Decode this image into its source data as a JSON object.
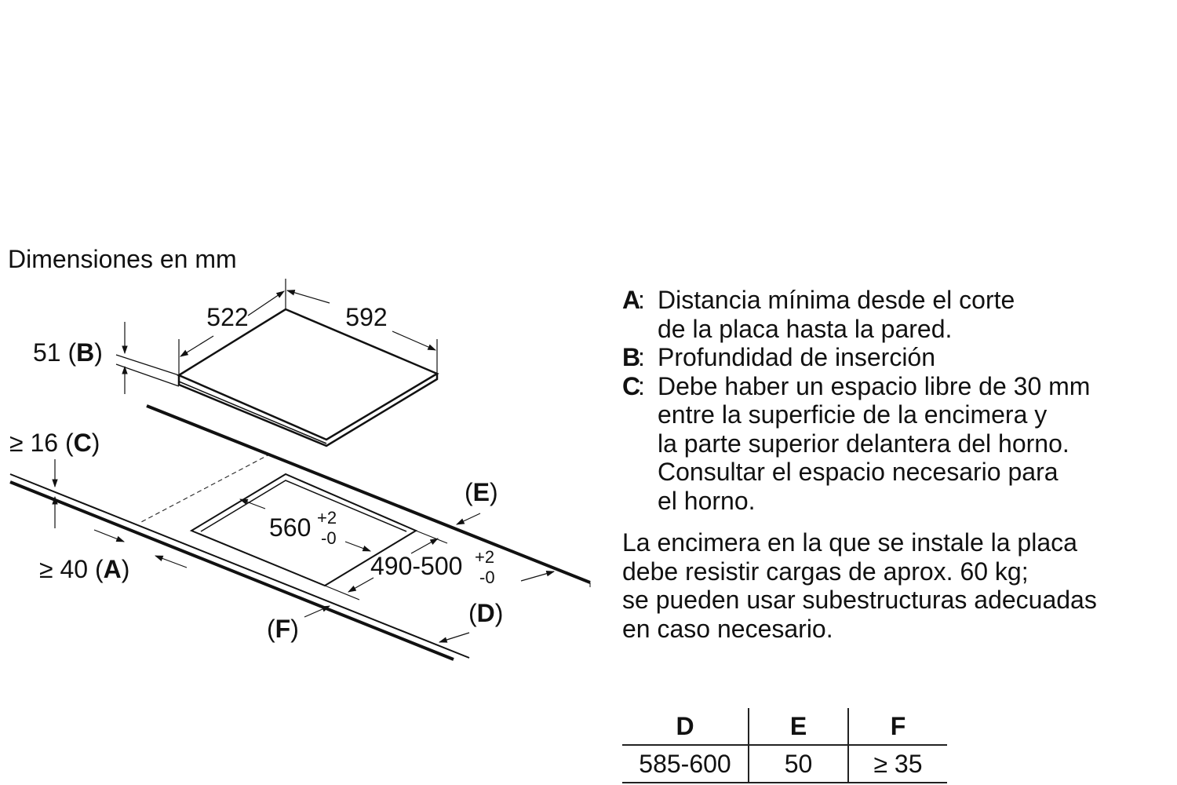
{
  "heading": "Dimensiones en mm",
  "dimensions": {
    "width_top": "522",
    "length_top": "592",
    "depth_b": "51",
    "b_tag": "B",
    "gap_c": "≥ 16",
    "c_tag": "C",
    "dist_a": "≥ 40",
    "a_tag": "A",
    "cut_width": "560",
    "cut_width_tol_plus": "+2",
    "cut_width_tol_minus": "-0",
    "cut_depth": "490-500",
    "cut_depth_tol_plus": "+2",
    "cut_depth_tol_minus": "-0",
    "e_tag": "E",
    "d_tag": "D",
    "f_tag": "F"
  },
  "legend": [
    {
      "key": "A",
      "lines": [
        "Distancia mínima desde el corte",
        "de la placa hasta la pared."
      ]
    },
    {
      "key": "B",
      "lines": [
        "Profundidad de inserción"
      ]
    },
    {
      "key": "C",
      "lines": [
        "Debe haber un espacio libre de 30 mm",
        "entre la superficie de la encimera y",
        "la parte superior delantera del horno.",
        "Consultar el espacio necesario para",
        "el horno."
      ]
    }
  ],
  "note_lines": [
    "La encimera en la que se instale la placa",
    "debe resistir cargas de aprox. 60 kg;",
    "se pueden usar subestructuras adecuadas",
    "en caso necesario."
  ],
  "table": {
    "headers": [
      "D",
      "E",
      "F"
    ],
    "rows": [
      [
        "585-600",
        "50",
        "≥ 35"
      ]
    ]
  }
}
